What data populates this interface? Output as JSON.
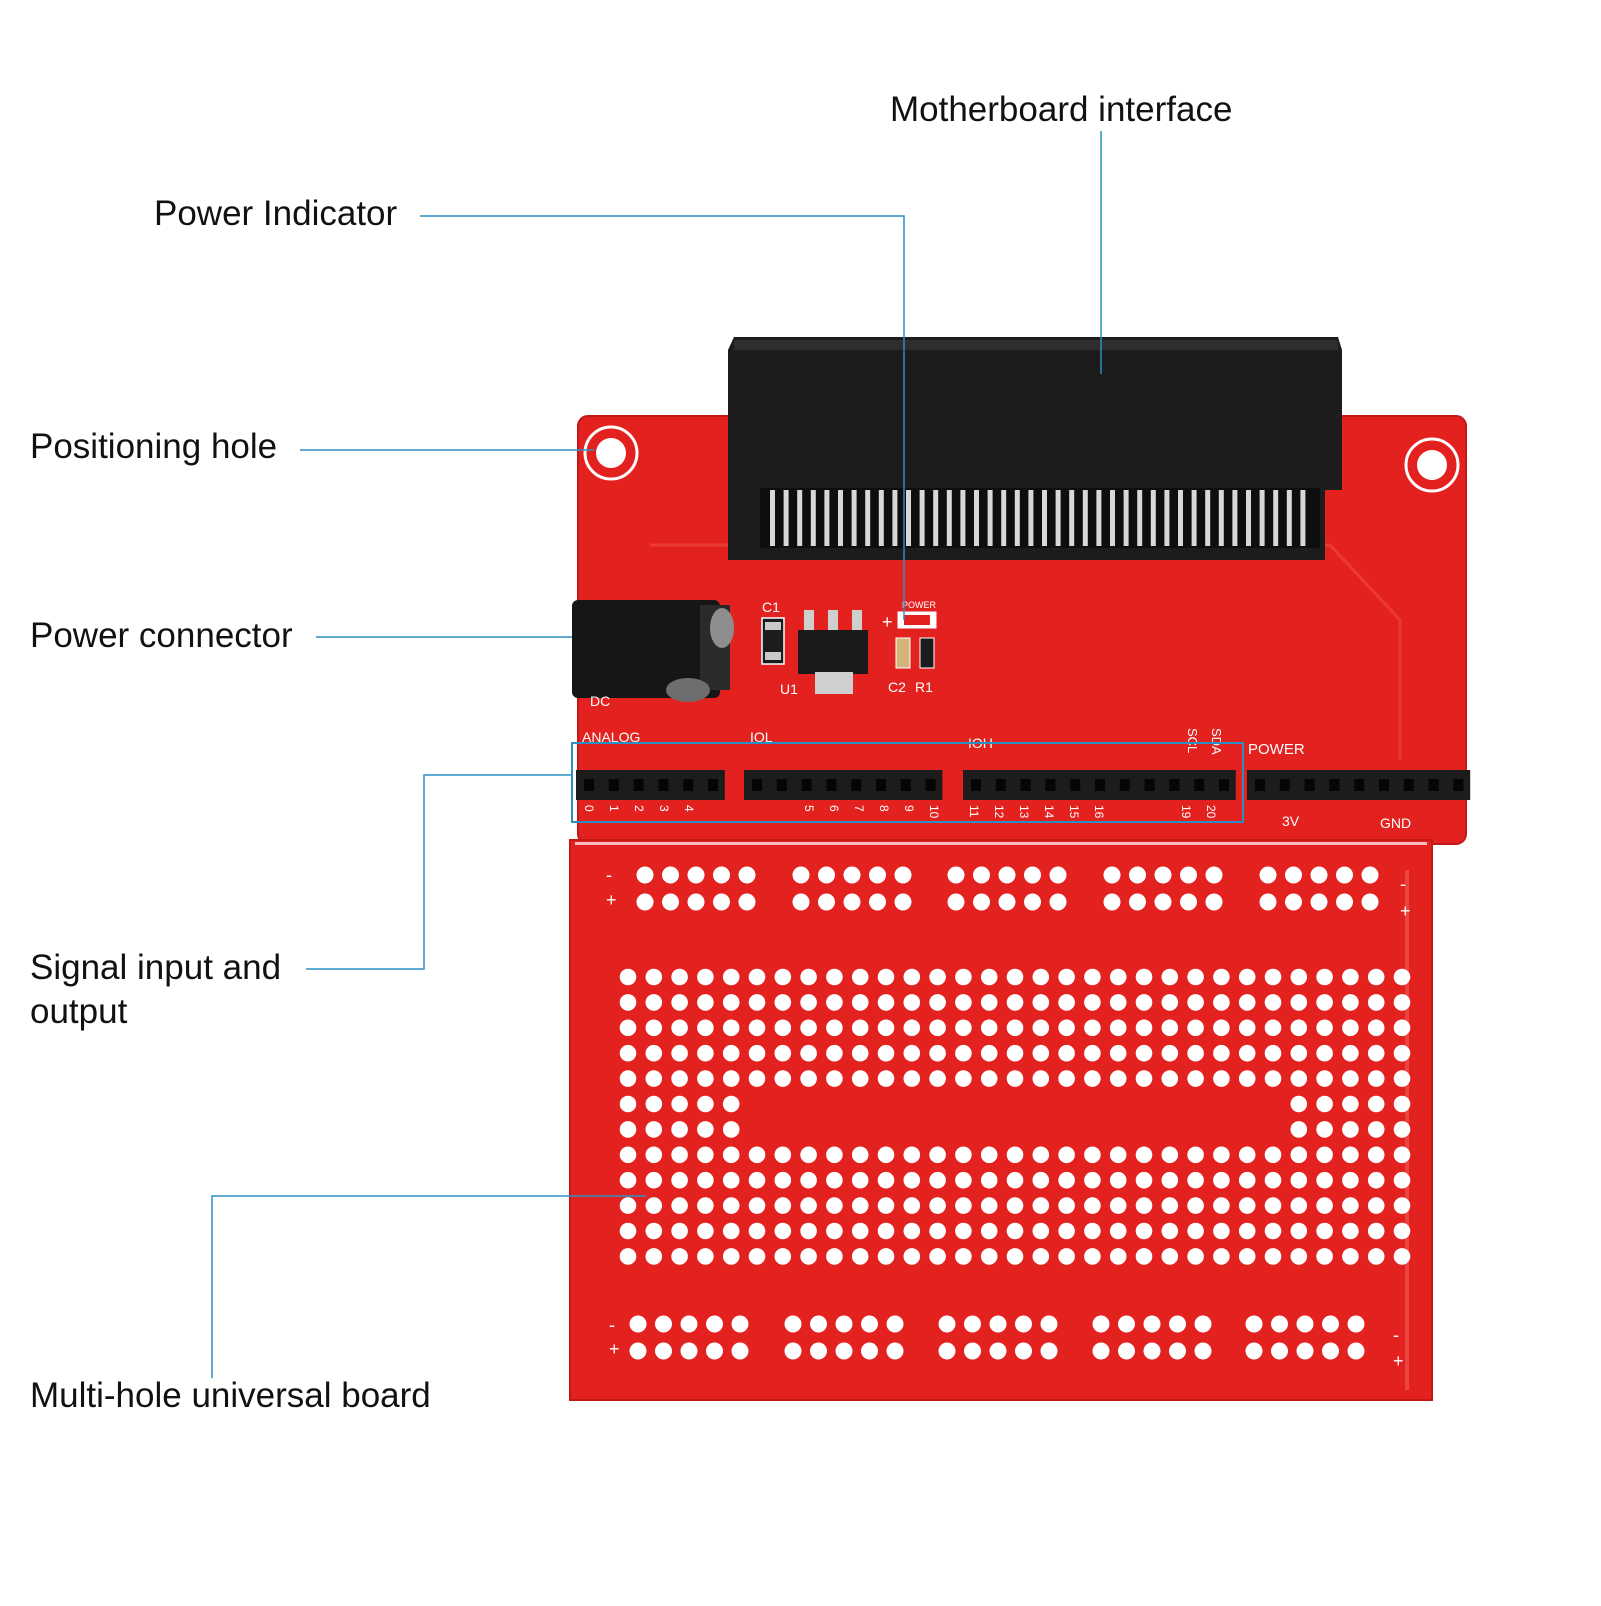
{
  "callouts": {
    "motherboard_interface": "Motherboard interface",
    "power_indicator": "Power Indicator",
    "positioning_hole": "Positioning hole",
    "power_connector": "Power connector",
    "signal_io_line1": "Signal input and",
    "signal_io_line2": "output",
    "multi_hole_board": "Multi-hole universal board"
  },
  "silkscreen": {
    "dc": "DC",
    "c1": "C1",
    "u1": "U1",
    "c2": "C2",
    "r1": "R1",
    "power_led": "POWER",
    "analog": "ANALOG",
    "iol": "IOL",
    "ioh": "IOH",
    "scl": "SCL",
    "sda": "SDA",
    "power": "POWER",
    "v3": "3V",
    "gnd": "GND",
    "minus": "-",
    "plus": "+",
    "pin_numbers": [
      "0",
      "1",
      "2",
      "3",
      "4",
      "5",
      "6",
      "7",
      "8",
      "9",
      "10",
      "11",
      "12",
      "13",
      "14",
      "15",
      "16",
      "19",
      "20"
    ]
  },
  "colors": {
    "board": "#e32220",
    "board_edge": "#c41818",
    "connector": "#1c1c1c",
    "callout_line": "#2a8fc4",
    "text": "#111111"
  }
}
